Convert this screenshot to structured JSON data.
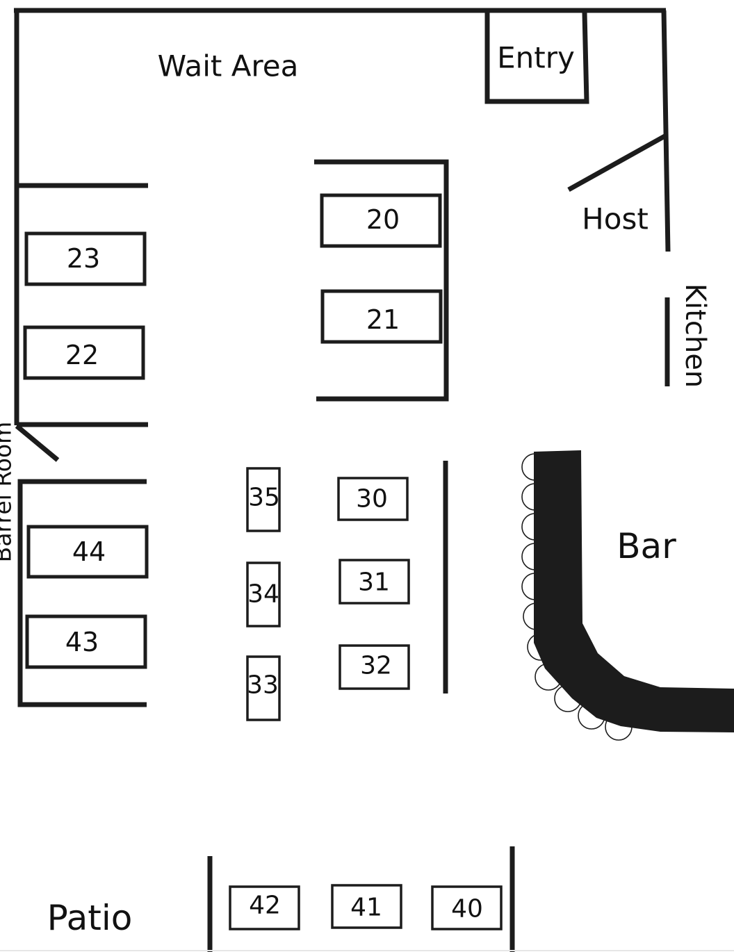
{
  "areas": {
    "wait_area": "Wait Area",
    "entry": "Entry",
    "host": "Host",
    "kitchen": "Kitchen",
    "barrel_room": "Barrel Room",
    "bar": "Bar",
    "patio": "Patio"
  },
  "tables": {
    "t20": "20",
    "t21": "21",
    "t22": "22",
    "t23": "23",
    "t30": "30",
    "t31": "31",
    "t32": "32",
    "t33": "33",
    "t34": "34",
    "t35": "35",
    "t40": "40",
    "t41": "41",
    "t42": "42",
    "t43": "43",
    "t44": "44"
  },
  "colors": {
    "ink": "#1c1c1c",
    "background": "#ffffff"
  }
}
